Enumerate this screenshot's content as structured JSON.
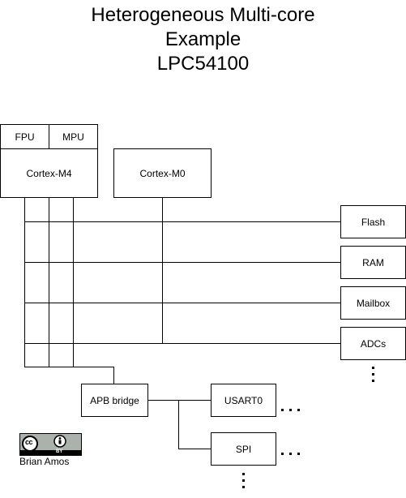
{
  "title": {
    "line1": "Heterogeneous Multi-core",
    "line2": "Example",
    "line3": "LPC54100"
  },
  "blocks": {
    "fpu": "FPU",
    "mpu": "MPU",
    "cortex_m4": "Cortex-M4",
    "cortex_m0": "Cortex-M0",
    "flash": "Flash",
    "ram": "RAM",
    "mailbox": "Mailbox",
    "adcs": "ADCs",
    "apb_bridge": "APB bridge",
    "usart0": "USART0",
    "spi": "SPI"
  },
  "license": {
    "cc_symbol": "cc",
    "by_label": "BY",
    "author": "Brian Amos"
  }
}
